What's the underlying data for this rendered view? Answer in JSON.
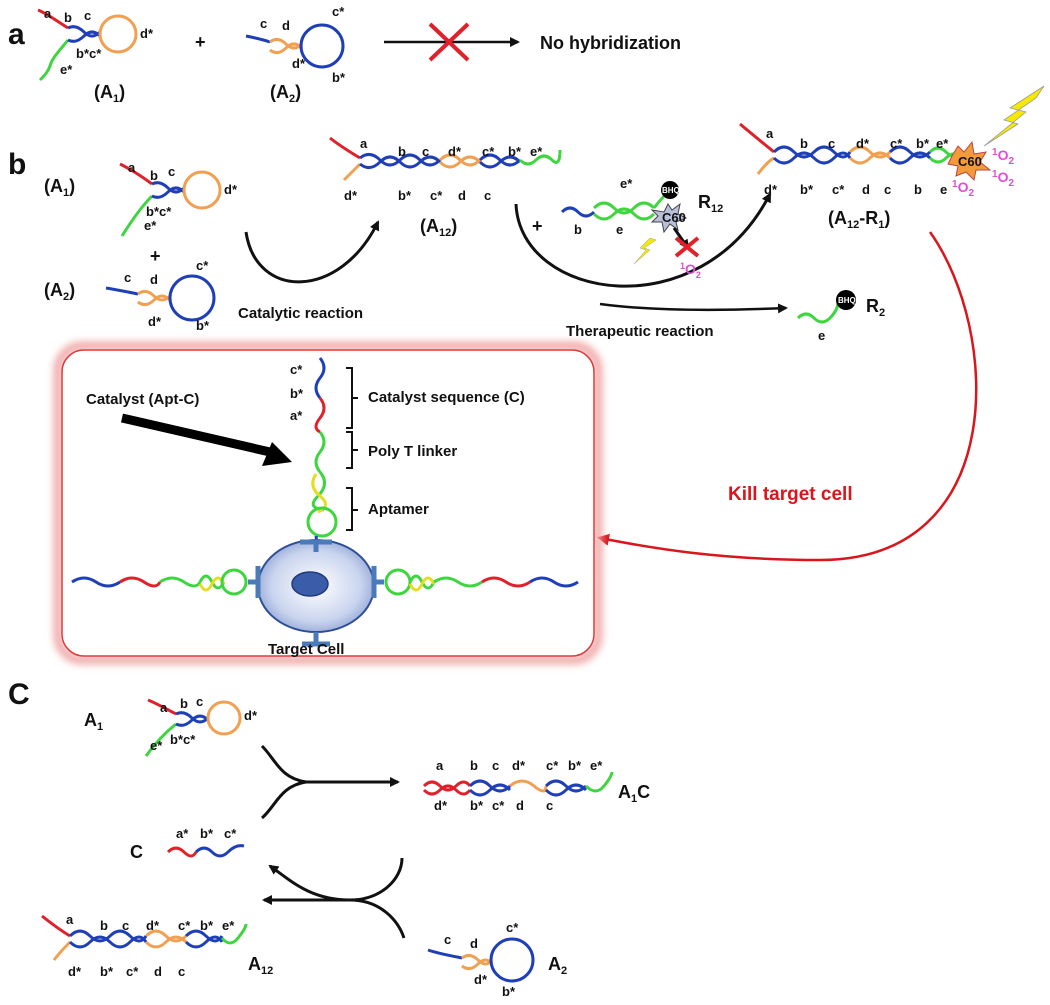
{
  "colors": {
    "red": "#e0202a",
    "blue": "#1f3fb8",
    "orange": "#f0a050",
    "green": "#3ed63e",
    "yellow": "#f5e900",
    "pink": "#e04ed0"
  },
  "panel_a": {
    "label": "a",
    "a1": {
      "a": "a",
      "b": "b",
      "c": "c",
      "dstar": "d*",
      "estar": "e*",
      "bcstar": "b*c*",
      "name": "(A",
      "sub": "1",
      "close": ")"
    },
    "plus": "+",
    "a2": {
      "c": "c",
      "d": "d",
      "cstar": "c*",
      "dstar": "d*",
      "bstar": "b*",
      "name": "(A",
      "sub": "2",
      "close": ")"
    },
    "result": "No hybridization"
  },
  "panel_b": {
    "label": "b",
    "a1": {
      "name": "(A",
      "sub": "1",
      "close": ")",
      "a": "a",
      "b": "b",
      "c": "c",
      "dstar": "d*",
      "estar": "e*",
      "bcstar": "b*c*"
    },
    "plus": "+",
    "a2": {
      "name": "(A",
      "sub": "2",
      "close": ")",
      "c": "c",
      "d": "d",
      "cstar": "c*",
      "dstar": "d*",
      "bstar": "b*"
    },
    "catalytic": "Catalytic reaction",
    "a12": {
      "name": "(A",
      "sub": "12",
      "close": ")",
      "top": [
        "a",
        "b",
        "c",
        "d*",
        "c*",
        "b*",
        "e*"
      ],
      "bottom": [
        "d*",
        "b*",
        "c*",
        "d",
        "c"
      ]
    },
    "plus2": "+",
    "r12": {
      "name": "R",
      "sub": "12",
      "estar": "e*",
      "b": "b",
      "e": "e",
      "quencher": "BHQ2",
      "dye": "C60",
      "singlet": "O",
      "singlet_sub": "2",
      "singlet_sup": "1"
    },
    "a12r1": {
      "name": "(A",
      "sub": "12",
      "mid": "-R",
      "sub2": "1",
      "close": ")",
      "top": [
        "a",
        "b",
        "c",
        "d*",
        "c*",
        "b*",
        "e*"
      ],
      "bottom": [
        "d*",
        "b*",
        "c*",
        "d",
        "c",
        "b",
        "e"
      ],
      "dye": "C60",
      "singlet_sup": "1",
      "singlet": "O",
      "singlet_sub": "2"
    },
    "therapeutic": "Therapeutic reaction",
    "r2": {
      "name": "R",
      "sub": "2",
      "e": "e",
      "quencher": "BHQ2"
    },
    "kill": "Kill target cell",
    "inset": {
      "catalyst": "Catalyst (Apt-C)",
      "strand_labels": [
        "c*",
        "b*",
        "a*"
      ],
      "seq_label": "Catalyst sequence (C)",
      "linker_label": "Poly T linker",
      "aptamer_label": "Aptamer",
      "cell_label": "Target Cell"
    }
  },
  "panel_c": {
    "label": "C",
    "a1": {
      "name": "A",
      "sub": "1",
      "a": "a",
      "b": "b",
      "c": "c",
      "dstar": "d*",
      "estar": "e*",
      "bcstar": "b*c*"
    },
    "a1c": {
      "name": "A",
      "sub": "1",
      "tail": "C",
      "top": [
        "a",
        "b",
        "c",
        "d*",
        "c*",
        "b*",
        "e*"
      ],
      "bottom": [
        "d*",
        "b*",
        "c*",
        "d",
        "c"
      ]
    },
    "c": {
      "name": "C",
      "labels": [
        "a*",
        "b*",
        "c*"
      ]
    },
    "a12": {
      "name": "A",
      "sub": "12",
      "top": [
        "a",
        "b",
        "c",
        "d*",
        "c*",
        "b*",
        "e*"
      ],
      "bottom": [
        "d*",
        "b*",
        "c*",
        "d",
        "c"
      ]
    },
    "a2": {
      "name": "A",
      "sub": "2",
      "c": "c",
      "d": "d",
      "cstar": "c*",
      "dstar": "d*",
      "bstar": "b*"
    }
  }
}
